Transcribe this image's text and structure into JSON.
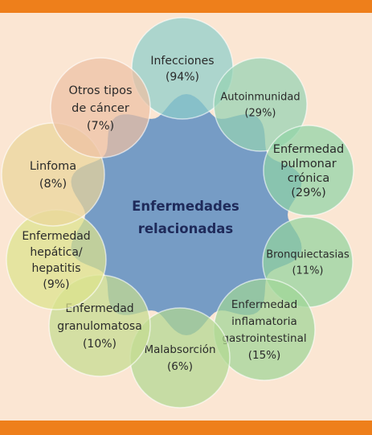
{
  "colors": {
    "band": "#ee7f1b",
    "background": "#fbe6d3",
    "center_fill": "#6f98c4",
    "text": "#2a2a2a",
    "center_text": "#1f2a5a"
  },
  "center": {
    "line1": "Enfermedades",
    "line2": "relacionadas"
  },
  "nodes": [
    {
      "id": "infecciones",
      "lines": [
        "Infecciones",
        "(94%)"
      ],
      "fill": "#8ecfca"
    },
    {
      "id": "autoinmunidad",
      "lines": [
        "Autoinmunidad",
        "(29%)"
      ],
      "fill": "#96d3b3"
    },
    {
      "id": "pulmonar",
      "lines": [
        "Enfermedad",
        "pulmonar",
        "crónica",
        "(29%)"
      ],
      "fill": "#90d4a6"
    },
    {
      "id": "bronquiectasias",
      "lines": [
        "Bronquiectasias",
        "(11%)"
      ],
      "fill": "#93d49e"
    },
    {
      "id": "inflamatoria",
      "lines": [
        "Enfermedad",
        "inflamatoria",
        "gastrointestinal",
        "(15%)"
      ],
      "fill": "#9fd597"
    },
    {
      "id": "malabsorcion",
      "lines": [
        "Malabsorción",
        "(6%)"
      ],
      "fill": "#b1d891"
    },
    {
      "id": "granulomatosa",
      "lines": [
        "Enfermedad",
        "granulomatosa",
        "(10%)"
      ],
      "fill": "#c5dc90"
    },
    {
      "id": "hepatica",
      "lines": [
        "Enfermedad",
        "hepática/",
        "hepatitis",
        "(9%)"
      ],
      "fill": "#dce38c"
    },
    {
      "id": "linfoma",
      "lines": [
        "Linfoma",
        "(8%)"
      ],
      "fill": "#ead59a"
    },
    {
      "id": "otros",
      "lines": [
        "Otros tipos",
        "de cáncer",
        "(7%)"
      ],
      "fill": "#edc0a3"
    }
  ]
}
